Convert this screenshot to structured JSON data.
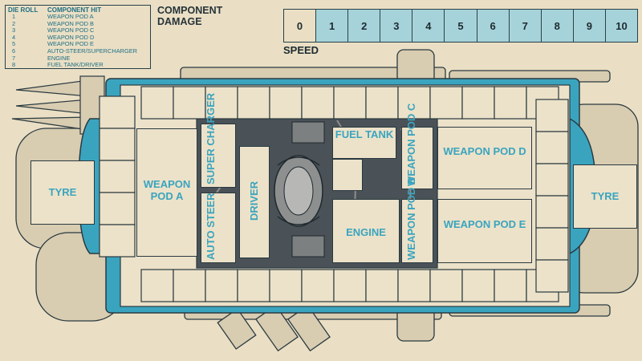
{
  "die_table": {
    "header_roll": "DIE ROLL",
    "header_hit": "COMPONENT HIT",
    "rows": [
      {
        "n": "1",
        "t": "WEAPON POD A"
      },
      {
        "n": "2",
        "t": "WEAPON POD B"
      },
      {
        "n": "3",
        "t": "WEAPON POD C"
      },
      {
        "n": "4",
        "t": "WEAPON POD D"
      },
      {
        "n": "5",
        "t": "WEAPON POD E"
      },
      {
        "n": "6",
        "t": "AUTO-STEER/SUPERCHARGER"
      },
      {
        "n": "7",
        "t": "ENGINE"
      },
      {
        "n": "8",
        "t": "FUEL TANK/DRIVER"
      }
    ]
  },
  "damage_title": "COMPONENT DAMAGE",
  "speed": {
    "label": "SPEED",
    "values": [
      "0",
      "1",
      "2",
      "3",
      "4",
      "5",
      "6",
      "7",
      "8",
      "9",
      "10"
    ]
  },
  "components": {
    "tyre_left": "TYRE",
    "tyre_right": "TYRE",
    "weapon_pod_a": "WEAPON POD A",
    "supercharger": "SUPER CHARGER",
    "auto_steer": "AUTO STEER",
    "driver": "DRIVER",
    "fuel_tank": "FUEL TANK",
    "weapon_pod_c": "WEAPON POD C",
    "weapon_pod_b": "WEAPON POD B",
    "engine": "ENGINE",
    "weapon_pod_d": "WEAPON POD D",
    "weapon_pod_e": "WEAPON POD E"
  },
  "colors": {
    "paper": "#eadfc4",
    "teal": "#3aa4bf",
    "ink": "#2a3940",
    "speed_fill": "#a6d3d9"
  }
}
